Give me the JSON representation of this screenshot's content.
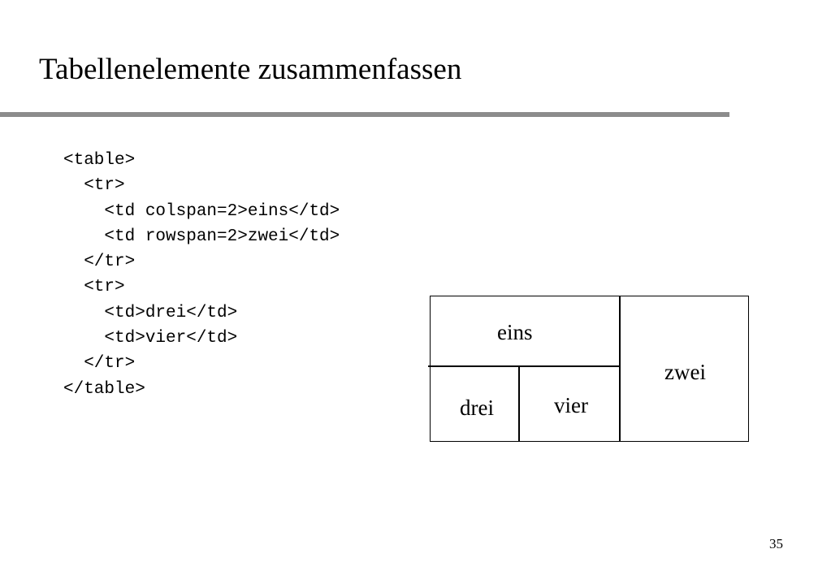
{
  "slide": {
    "title": "Tabellenelemente zusammenfassen",
    "page_number": "35"
  },
  "code": {
    "lines": [
      "<table>",
      "  <tr>",
      "    <td colspan=2>eins</td>",
      "    <td rowspan=2>zwei</td>",
      "  </tr>",
      "  <tr>",
      "    <td>drei</td>",
      "    <td>vier</td>",
      "  </tr>",
      "</table>"
    ]
  },
  "example_table": {
    "cells": {
      "eins": "eins",
      "zwei": "zwei",
      "drei": "drei",
      "vier": "vier"
    }
  },
  "colors": {
    "title_rule": "#8c8c8c",
    "text": "#000000",
    "background": "#ffffff"
  }
}
